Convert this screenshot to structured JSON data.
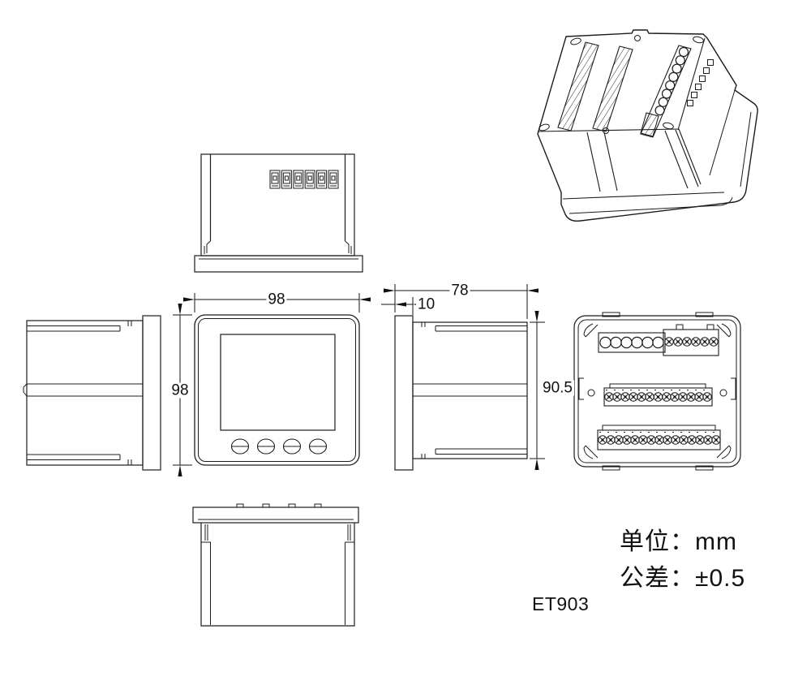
{
  "drawing": {
    "model": "ET903",
    "notes": {
      "unit": "单位：mm",
      "tolerance": "公差：±0.5"
    },
    "dimensions": {
      "front_width": "98",
      "front_height": "98",
      "total_depth": "78",
      "bezel_depth": "10",
      "body_height": "90.5"
    }
  }
}
